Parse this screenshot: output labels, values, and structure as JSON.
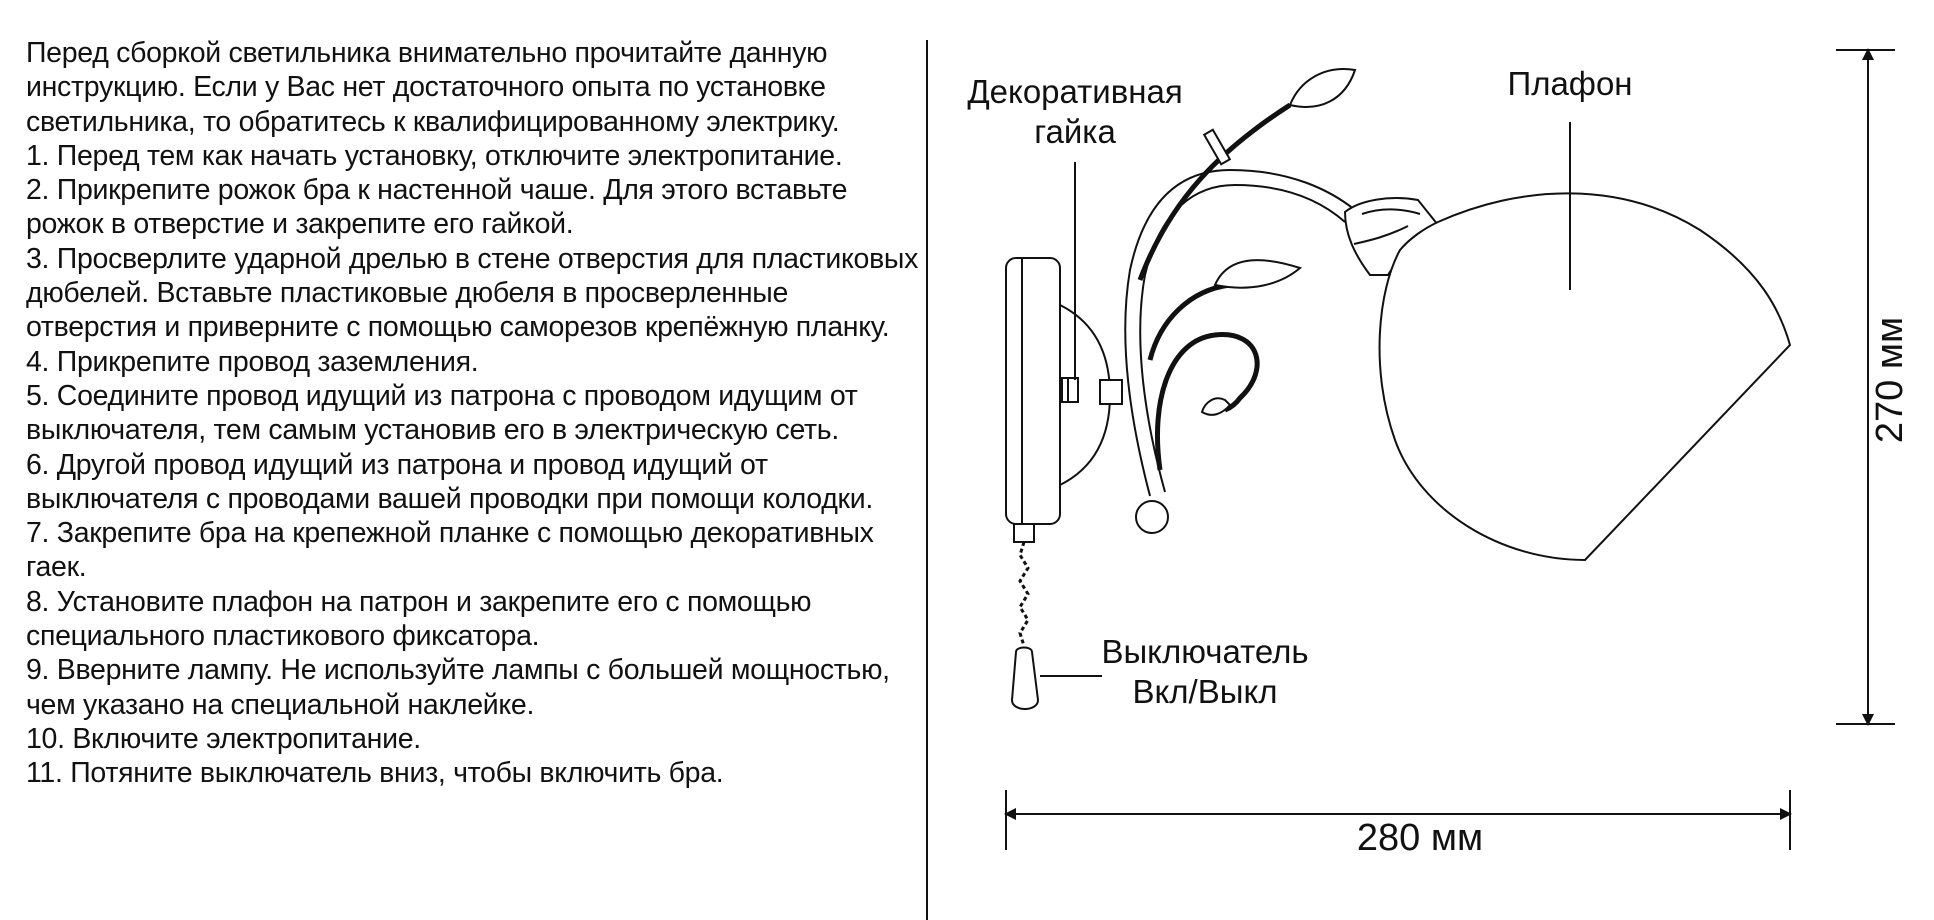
{
  "instructions": {
    "intro": "Перед сборкой светильника внимательно прочитайте данную инструкцию. Если у Вас нет достаточного опыта по установке светильника, то обратитесь к квалифицированному электрику.",
    "steps": [
      "1. Перед тем как начать установку, отключите электропитание.",
      "2. Прикрепите рожок бра к настенной чаше. Для этого вставьте рожок в отверстие и закрепите его гайкой.",
      "3. Просверлите ударной дрелью в стене отверстия для пластиковых дюбелей. Вставьте пластиковые дюбеля в просверленные отверстия и приверните с помощью саморезов крепёжную планку.",
      "4. Прикрепите провод заземления.",
      "5. Соедините провод идущий из патрона с проводом идущим от выключателя, тем самым установив его в электрическую сеть.",
      "6. Другой провод идущий из патрона и провод идущий от выключателя с проводами вашей проводки при помощи колодки.",
      "7. Закрепите бра на крепежной планке с помощью декоративных гаек.",
      "8. Установите плафон на патрон и закрепите его с помощью специального пластикового фиксатора.",
      "9. Вверните лампу. Не используйте лампы с большей мощностью, чем указано на специальной наклейке.",
      "10. Включите электропитание.",
      "11. Потяните выключатель вниз, чтобы включить бра."
    ]
  },
  "diagram": {
    "label_nut_line1": "Декоративная",
    "label_nut_line2": "гайка",
    "label_shade": "Плафон",
    "label_switch_line1": "Выключатель",
    "label_switch_line2": "Вкл/Выкл",
    "dimension_width": "280 мм",
    "dimension_height": "270 мм",
    "line_color": "#111111"
  }
}
